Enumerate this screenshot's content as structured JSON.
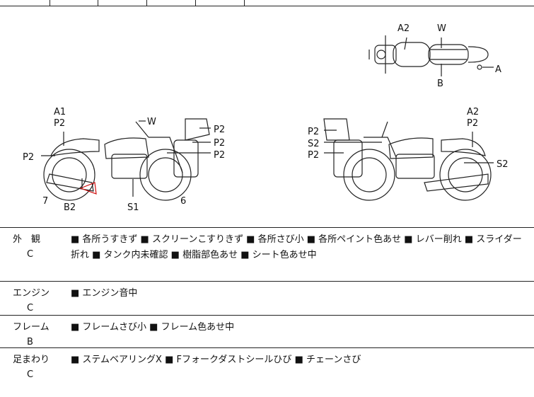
{
  "diagram": {
    "top_view_labels": {
      "a2": "A2",
      "w": "W",
      "b": "B",
      "a": "A"
    },
    "left_view_labels": {
      "a1": "A1",
      "p2_top": "P2",
      "p2_side": "P2",
      "w": "W",
      "p2_1": "P2",
      "p2_2": "P2",
      "p2_3": "P2",
      "seven": "7",
      "b2": "B2",
      "s1": "S1",
      "six": "6"
    },
    "right_view_labels": {
      "p2_1": "P2",
      "s2": "S2",
      "p2_2": "P2",
      "a2": "A2",
      "p2_top": "P2",
      "s2_right": "S2"
    }
  },
  "conditions": [
    {
      "category": "外　観",
      "grade": "C",
      "items": "■ 各所うすきず ■ スクリーンこすりきず ■ 各所さび小 ■ 各所ペイント色あせ ■ レバー削れ ■ スライダー折れ ■ タンク内未確認 ■ 樹脂部色あせ ■ シート色あせ中"
    },
    {
      "category": "エンジン",
      "grade": "C",
      "items": "■ エンジン音中"
    },
    {
      "category": "フレーム",
      "grade": "B",
      "items": "■ フレームさび小 ■ フレーム色あせ中"
    },
    {
      "category": "足まわり",
      "grade": "C",
      "items": "■ ステムベアリングX ■ Fフォークダストシールひび ■ チェーンさび"
    }
  ]
}
